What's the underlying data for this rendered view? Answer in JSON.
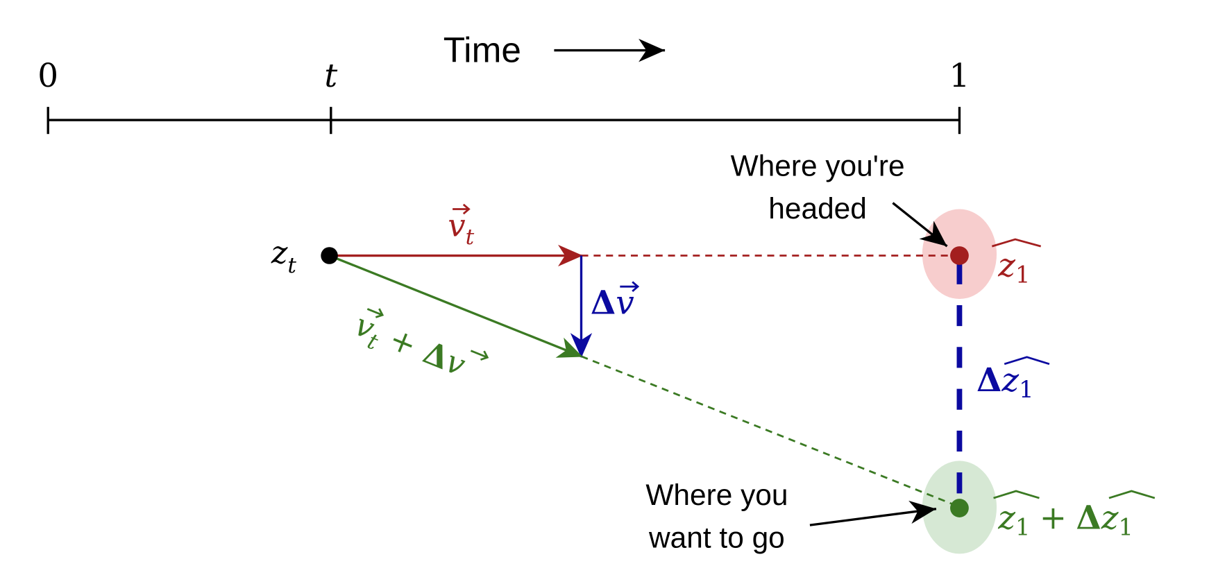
{
  "timeline": {
    "title": "Time",
    "tick_labels": {
      "start": "0",
      "current": "t",
      "end": "1"
    }
  },
  "labels": {
    "z_t": {
      "base": "z",
      "sub": "t"
    },
    "v_t": {
      "base": "v",
      "sub": "t"
    },
    "delta_v": {
      "delta": "Δ",
      "base": "v"
    },
    "v_t_plus_delta_v": {
      "base": "v",
      "sub": "t",
      "plus": "+",
      "delta": "Δ",
      "base2": "v"
    },
    "z1_hat": {
      "base": "z",
      "sub": "1"
    },
    "delta_z1_hat": {
      "delta": "Δ",
      "base": "z",
      "sub": "1"
    },
    "z1_hat_plus_delta": {
      "base": "z",
      "sub": "1",
      "plus": "+",
      "delta": "Δ",
      "base2": "z",
      "sub2": "1"
    }
  },
  "annotations": {
    "headed": [
      "Where you're",
      "headed"
    ],
    "want": [
      "Where you",
      "want to go"
    ]
  },
  "colors": {
    "red": "#a31f1f",
    "red_fill": "#f7cdcd",
    "green": "#3b7a23",
    "green_fill": "#d6e8d4",
    "blue": "#0b0aa0",
    "black": "#000000"
  }
}
